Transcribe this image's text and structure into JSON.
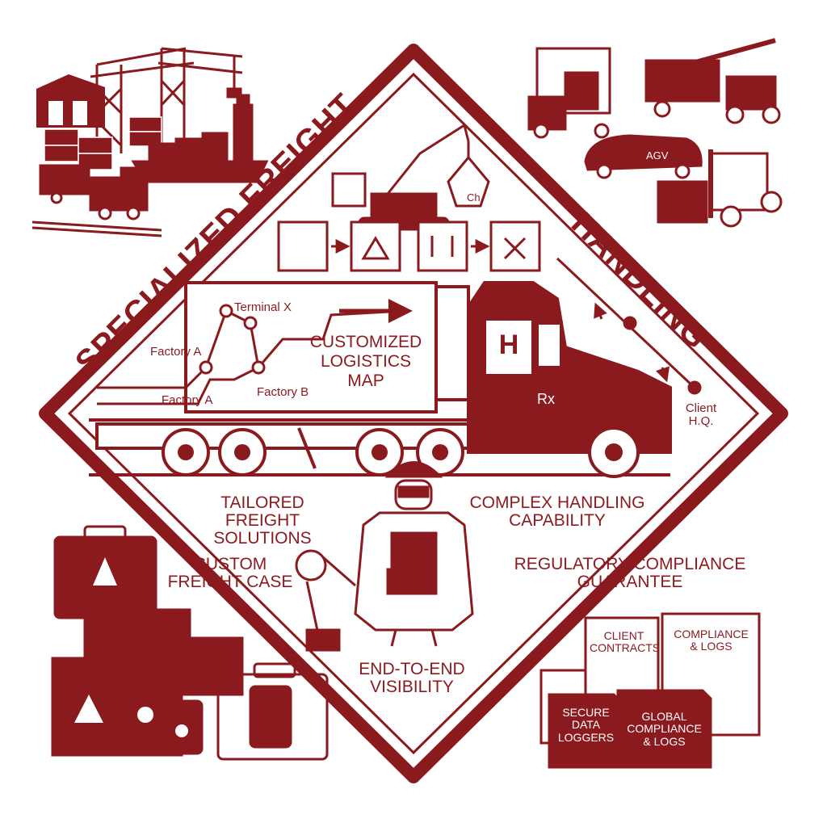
{
  "titles": {
    "left": "SPECIALIZED FREIGHT",
    "right": "HANDLING"
  },
  "map": {
    "heading": "CUSTOMIZED LOGISTICS MAP",
    "terminal": "Terminal X",
    "factory_a_top": "Factory A",
    "factory_a_bottom": "Factory A",
    "factory_b": "Factory B",
    "client_hq": "Client H.Q."
  },
  "truck": {
    "door_logo": "H",
    "door_mark": "Rx"
  },
  "crane_box": "Ch",
  "agv": "AGV",
  "captions": {
    "tailored": "TAILORED FREIGHT SOLUTIONS",
    "complex": "COMPLEX HANDLING CAPABILITY",
    "custom_case": "CUSTOM FREIGHT CASE",
    "regulatory": "REGULATORY COMPLIANCE GUARANTEE",
    "visibility": "END-TO-END VISIBILITY"
  },
  "documents": {
    "client_contracts": "CLIENT CONTRACTS",
    "compliance_logs": "COMPLIANCE & LOGS",
    "secure_loggers": "SECURE DATA LOGGERS",
    "global_compliance": "GLOBAL COMPLIANCE & LOGS"
  },
  "colors": {
    "primary": "#8b1a1f",
    "background": "#ffffff"
  },
  "icons": [
    "gantry-crane-icon",
    "container-ship-icon",
    "locomotive-icon",
    "forklift-icon",
    "agv-icon",
    "reach-stacker-icon",
    "robotic-arm-icon",
    "hazard-box-icon",
    "semi-truck-icon",
    "worker-icon",
    "briefcase-icon",
    "oil-drum-icon",
    "document-icon",
    "folder-icon"
  ]
}
